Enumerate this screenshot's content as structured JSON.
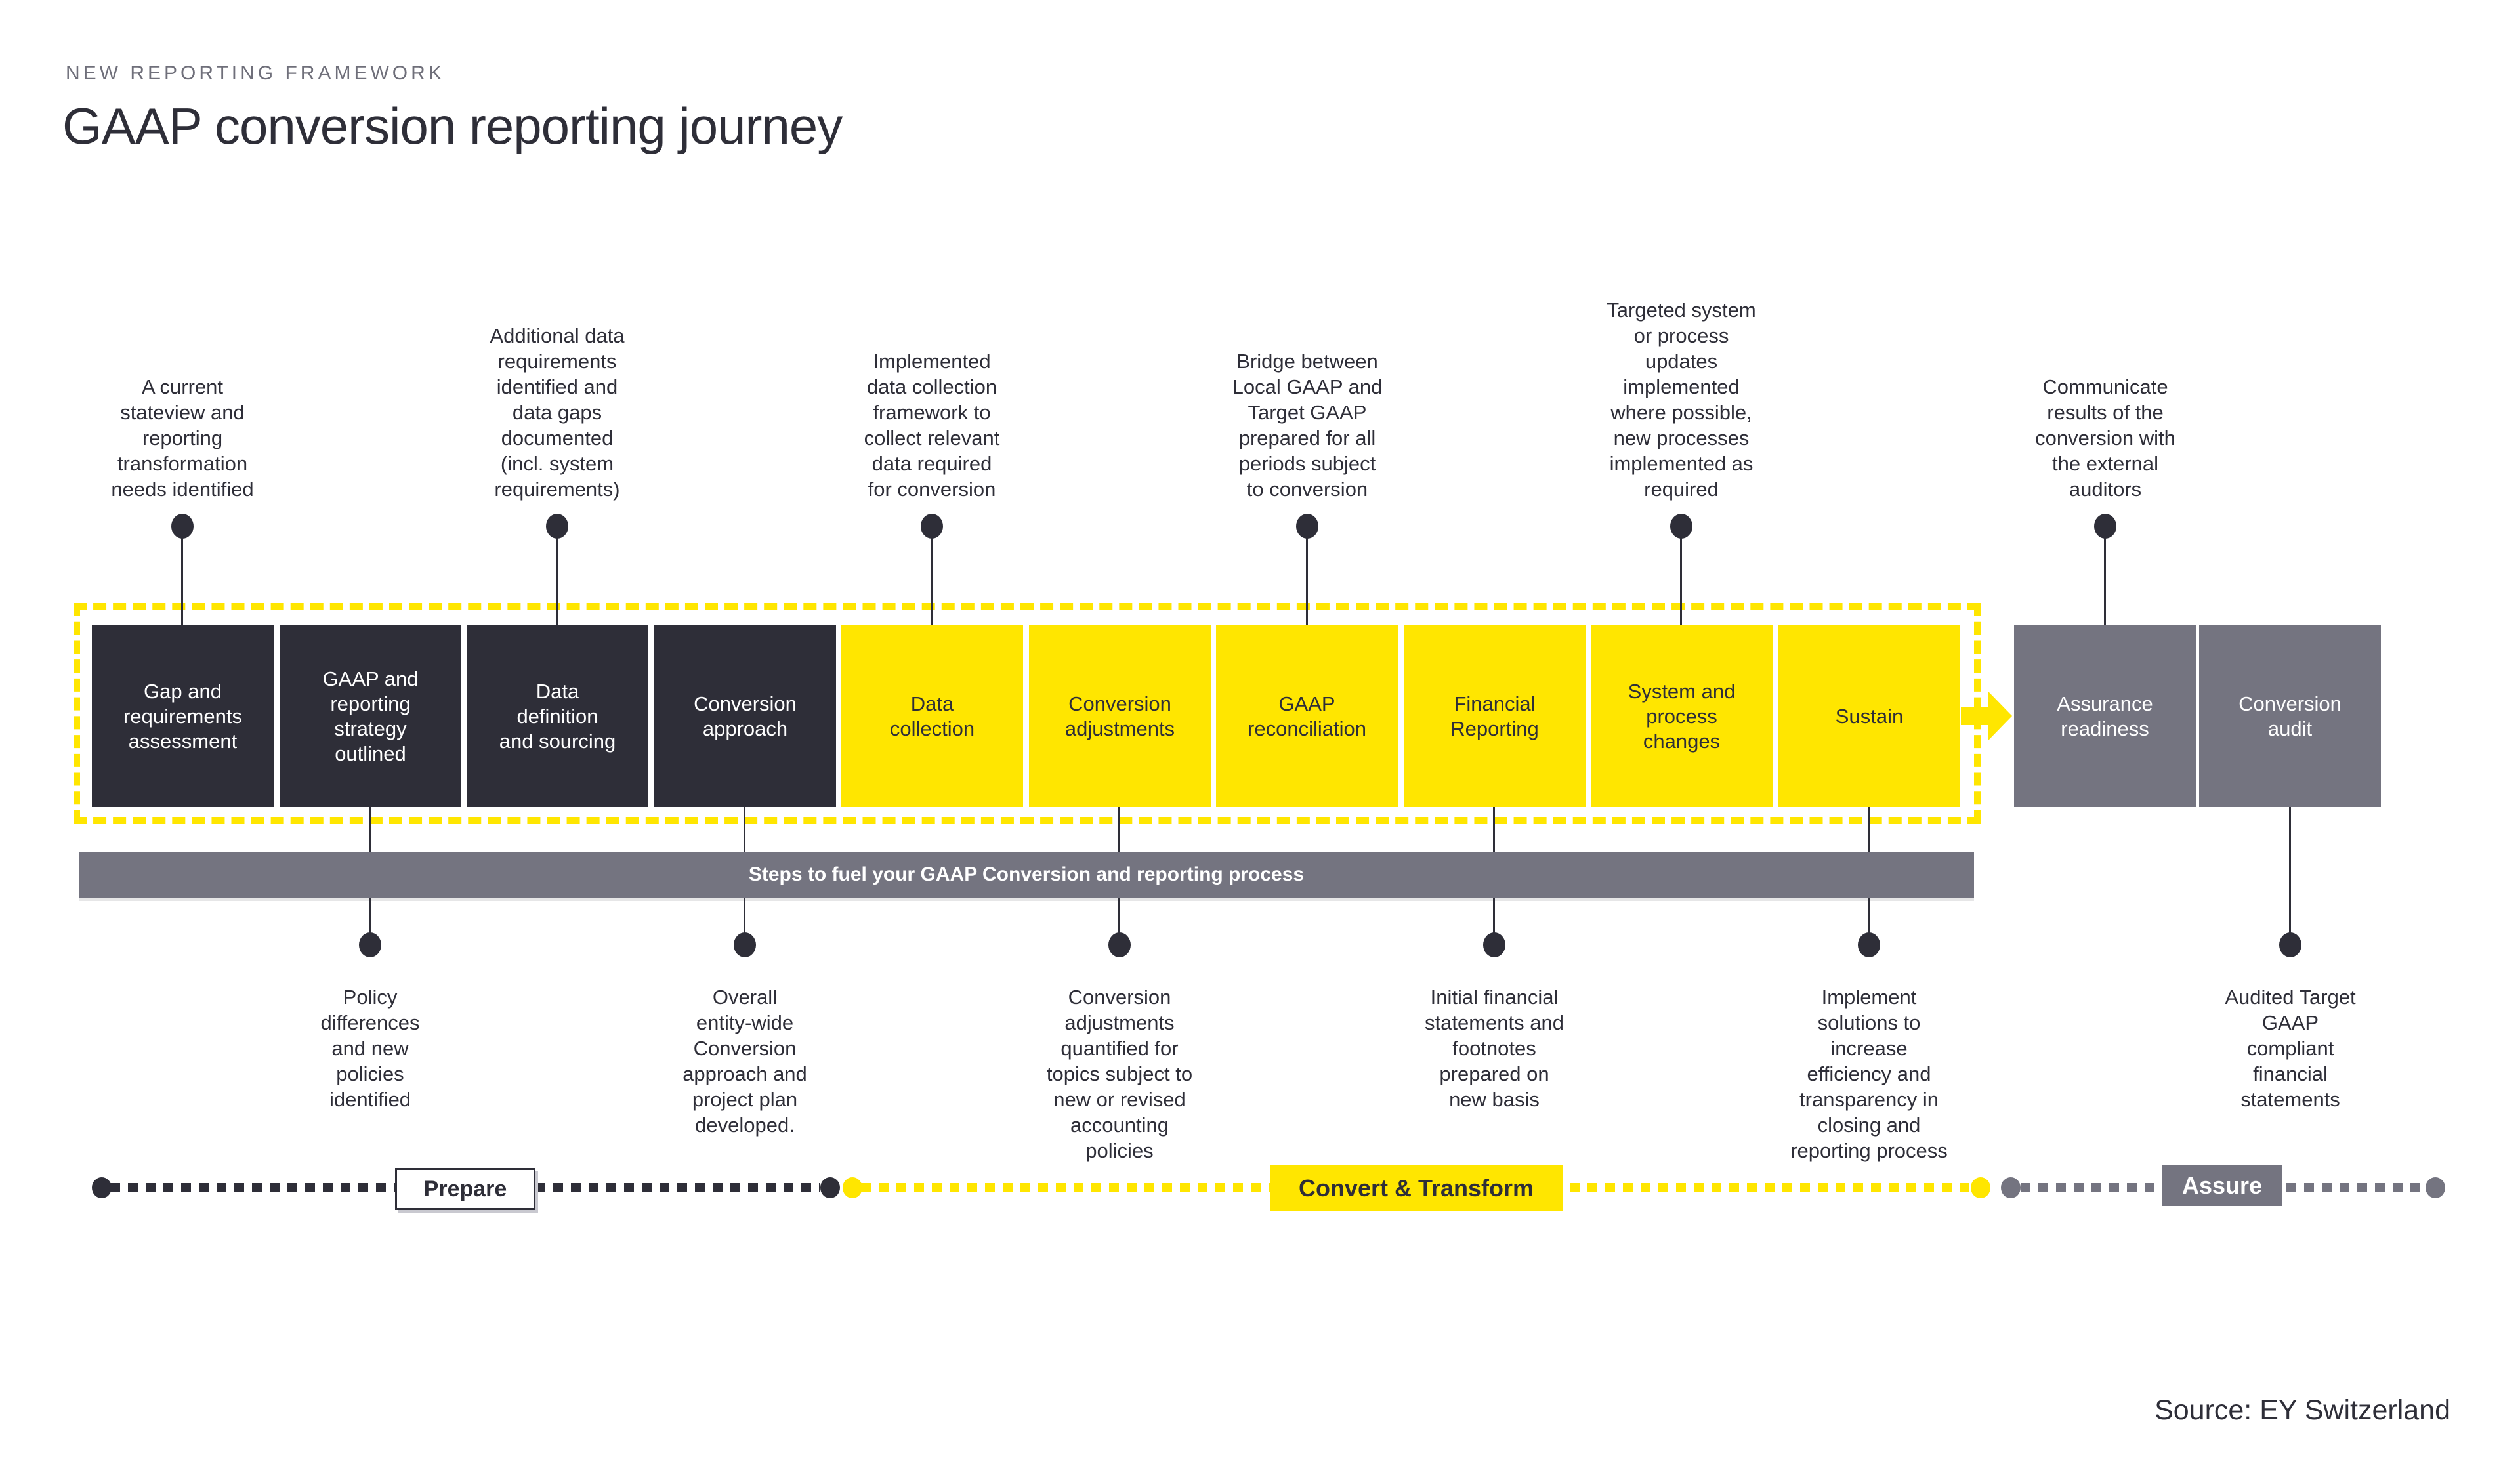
{
  "page": {
    "eyebrow": "NEW REPORTING FRAMEWORK",
    "title": "GAAP conversion reporting journey",
    "source": "Source: EY Switzerland"
  },
  "colors": {
    "dark": "#2e2e38",
    "yellow": "#ffe600",
    "gray": "#747480",
    "background": "#ffffff"
  },
  "top_annotations": [
    "A current\nstateview and\nreporting\ntransformation\nneeds identified",
    "Additional data\nrequirements\nidentified and\ndata gaps\ndocumented\n(incl. system\nrequirements)",
    "Implemented\ndata collection\nframework to\ncollect relevant\ndata required\nfor conversion",
    "Bridge between\nLocal GAAP and\nTarget GAAP\nprepared for all\nperiods subject\nto conversion",
    "Targeted system\nor process\nupdates\nimplemented\nwhere possible,\nnew processes\nimplemented as\nrequired",
    "Communicate\nresults of the\nconversion with\nthe external\nauditors"
  ],
  "boxes": [
    {
      "label": "Gap and\nrequirements\nassessment",
      "style": "dark"
    },
    {
      "label": "GAAP and\nreporting\nstrategy\noutlined",
      "style": "dark"
    },
    {
      "label": "Data\ndefinition\nand sourcing",
      "style": "dark"
    },
    {
      "label": "Conversion\napproach",
      "style": "dark"
    },
    {
      "label": "Data\ncollection",
      "style": "yellow"
    },
    {
      "label": "Conversion\nadjustments",
      "style": "yellow"
    },
    {
      "label": "GAAP\nreconciliation",
      "style": "yellow"
    },
    {
      "label": "Financial\nReporting",
      "style": "yellow"
    },
    {
      "label": "System and\nprocess\nchanges",
      "style": "yellow"
    },
    {
      "label": "Sustain",
      "style": "yellow"
    },
    {
      "label": "Assurance\nreadiness",
      "style": "gray"
    },
    {
      "label": "Conversion\naudit",
      "style": "gray"
    }
  ],
  "banner_label": "Steps to fuel your GAAP Conversion and reporting process",
  "bottom_annotations": [
    "Policy\ndifferences\nand new\npolicies\nidentified",
    "Overall\nentity-wide\nConversion\napproach and\nproject plan\ndeveloped.",
    "Conversion\nadjustments\nquantified for\ntopics subject to\nnew or revised\naccounting\npolicies",
    "Initial financial\nstatements and\nfootnotes\nprepared on\nnew basis",
    "Implement\nsolutions to\nincrease\nefficiency and\ntransparency in\nclosing and\nreporting process",
    "Audited Target\nGAAP\ncompliant\nfinancial\nstatements"
  ],
  "timeline": {
    "prepare": "Prepare",
    "convert": "Convert & Transform",
    "assure": "Assure"
  }
}
